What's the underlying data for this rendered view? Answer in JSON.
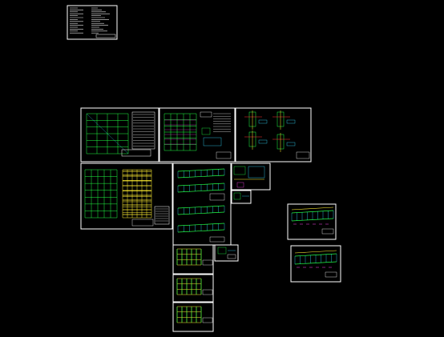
{
  "app": {
    "name": "",
    "background": "#000000"
  },
  "colors": {
    "frame": "#ffffff",
    "line_green": "#22ff44",
    "line_yellow": "#ffee33",
    "line_cyan": "#33ddff",
    "line_magenta": "#ff44ee",
    "line_red": "#ff3333",
    "text_white": "#e8e8e8"
  },
  "sheets": [
    {
      "id": "notes-sheet",
      "kind": "text"
    },
    {
      "id": "plan-1",
      "kind": "plan"
    },
    {
      "id": "plan-2",
      "kind": "plan"
    },
    {
      "id": "details-1",
      "kind": "details"
    },
    {
      "id": "plan-3",
      "kind": "plan-yellow"
    },
    {
      "id": "elevations-1",
      "kind": "elevation"
    },
    {
      "id": "details-2",
      "kind": "details"
    },
    {
      "id": "small-detail",
      "kind": "details"
    },
    {
      "id": "elevation-right-1",
      "kind": "elevation"
    },
    {
      "id": "elevation-right-2",
      "kind": "elevation"
    },
    {
      "id": "section-1",
      "kind": "section"
    },
    {
      "id": "section-small",
      "kind": "details"
    },
    {
      "id": "section-2",
      "kind": "section"
    },
    {
      "id": "section-3",
      "kind": "section"
    }
  ]
}
